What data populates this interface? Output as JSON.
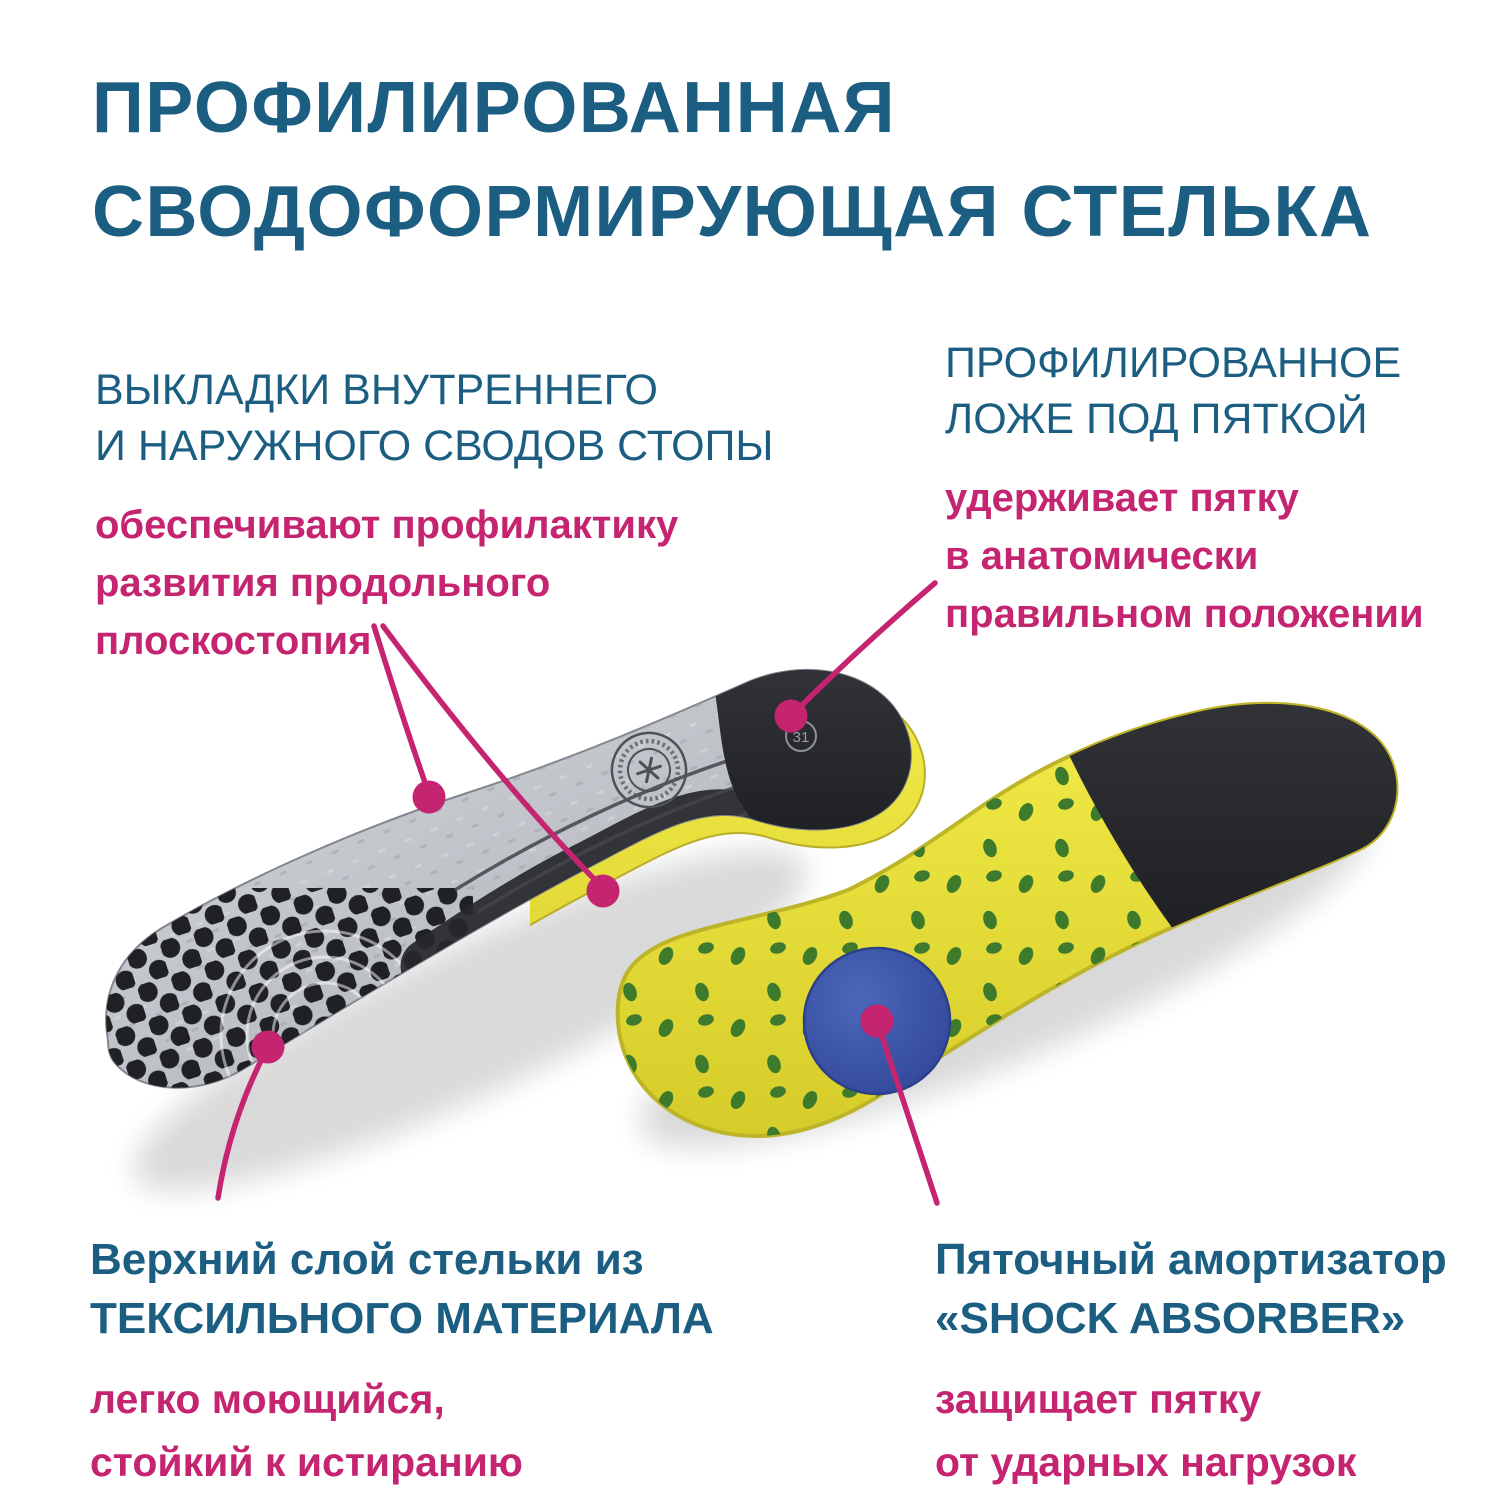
{
  "colors": {
    "heading_blue": "#1b5e81",
    "accent_magenta": "#c42470",
    "insole_top_gray": "#bfc3c9",
    "insole_base_yellow": "#e6dd33",
    "dot_green": "#3e7a2c",
    "toe_cap_black": "#232427",
    "shock_absorber_blue": "#3a54a6"
  },
  "title": {
    "lines": [
      "ПРОФИЛИРОВАННАЯ",
      "СВОДОФОРМИРУЮЩАЯ СТЕЛЬКА"
    ]
  },
  "callouts": [
    {
      "id": "arch-pads",
      "heading_lines": [
        "ВЫКЛАДКИ ВНУТРЕННЕГО",
        "И НАРУЖНОГО СВОДОВ СТОПЫ"
      ],
      "body_lines": [
        "обеспечивают профилактику",
        "развития продольного",
        "плоскостопия"
      ]
    },
    {
      "id": "heel-bed",
      "heading_lines": [
        "ПРОФИЛИРОВАННОЕ",
        "ЛОЖЕ ПОД ПЯТКОЙ"
      ],
      "body_lines": [
        "удерживает пятку",
        "в анатомически",
        "правильном положении"
      ]
    },
    {
      "id": "top-layer",
      "heading_lines": [
        "Верхний слой стельки из",
        "ТЕКСИЛЬНОГО МАТЕРИАЛА"
      ],
      "body_lines": [
        "легко моющийся,",
        "стойкий к истиранию"
      ]
    },
    {
      "id": "shock-absorber",
      "heading_lines": [
        "Пяточный амортизатор",
        "«SHOCK ABSORBER»"
      ],
      "body_lines": [
        "защищает пятку",
        "от ударных нагрузок"
      ]
    }
  ],
  "product": {
    "size_label": "31",
    "brand_stamp": "circular-logo-stamp"
  }
}
